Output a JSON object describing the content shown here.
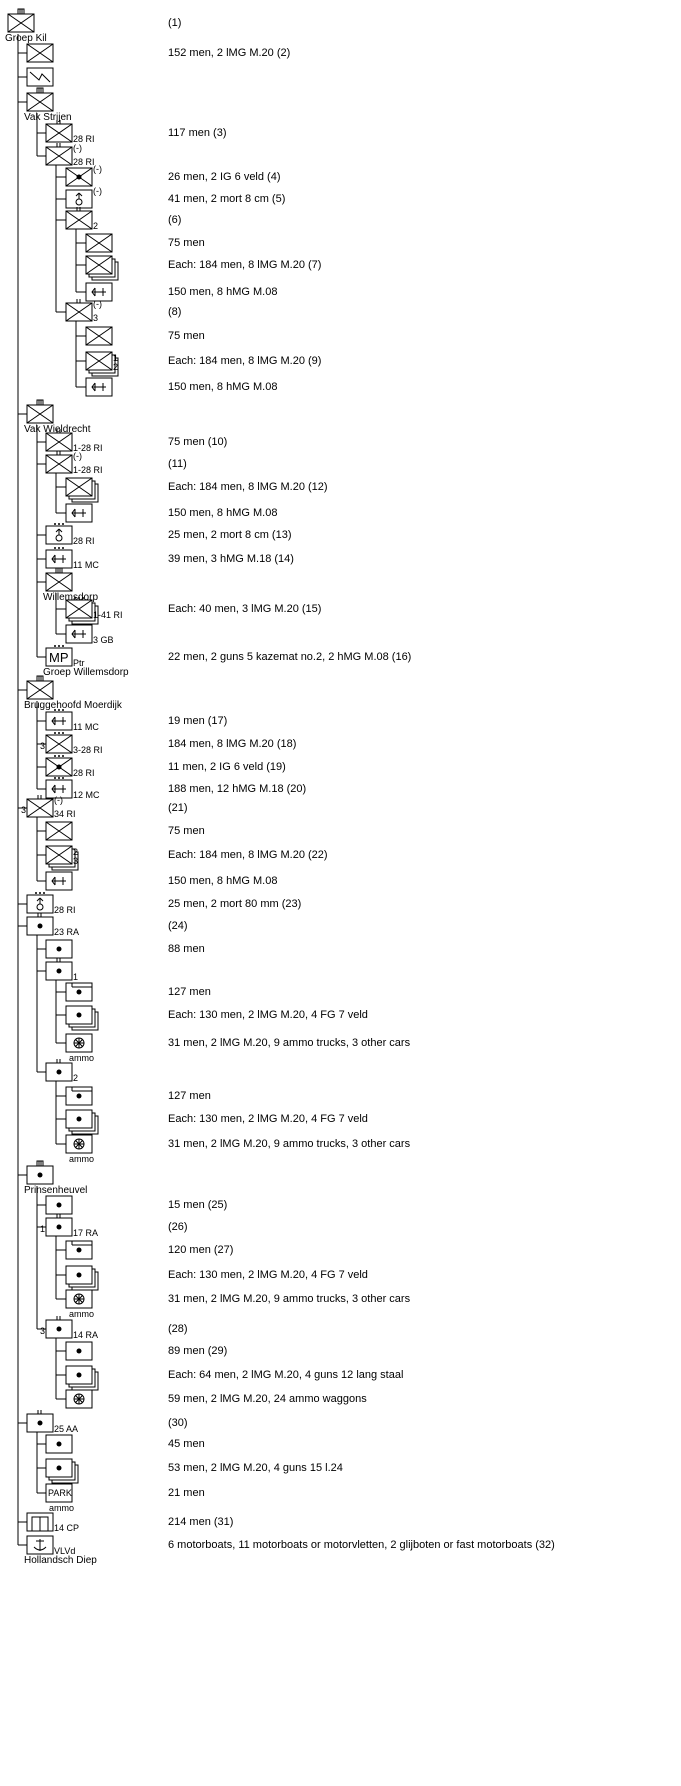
{
  "chart_data": {
    "type": "table",
    "units": [
      {
        "id": "u1",
        "level": 0,
        "sym": "inf",
        "echelon": "regiment",
        "label": "Groep Kil",
        "desc": "(1)"
      },
      {
        "id": "u2",
        "level": 1,
        "sym": "inf",
        "desc": "152 men, 2 lMG M.20   (2)"
      },
      {
        "id": "u3",
        "level": 1,
        "sym": "sig",
        "desc": ""
      },
      {
        "id": "u4",
        "level": 1,
        "sym": "inf",
        "echelon": "regiment",
        "label": "Vak Strijen",
        "desc": ""
      },
      {
        "id": "u5",
        "level": 2,
        "sym": "inf",
        "echelon": "battalion",
        "tag": "28 RI",
        "desc": "117 men   (3)"
      },
      {
        "id": "u6",
        "level": 2,
        "sym": "inf",
        "echelon": "battalion",
        "mod": "(-)",
        "tag": "28 RI",
        "desc": ""
      },
      {
        "id": "u7",
        "level": 3,
        "sym": "ig",
        "mod": "(-)",
        "desc": "26 men, 2 IG 6 veld   (4)"
      },
      {
        "id": "u8",
        "level": 3,
        "sym": "mort",
        "mod": "(-)",
        "desc": "41 men, 2 mort 8 cm   (5)"
      },
      {
        "id": "u9",
        "level": 3,
        "sym": "inf",
        "echelon": "battalion",
        "tag": "2",
        "desc": "(6)"
      },
      {
        "id": "u10",
        "level": 4,
        "sym": "inf",
        "desc": "75 men"
      },
      {
        "id": "u11",
        "level": 4,
        "sym": "inf",
        "stack": true,
        "desc": "Each: 184 men, 8 lMG M.20   (7)"
      },
      {
        "id": "u12",
        "level": 4,
        "sym": "mg",
        "desc": "150 men, 8 hMG M.08"
      },
      {
        "id": "u13",
        "level": 3,
        "sym": "inf",
        "echelon": "battalion",
        "mod": "(-)",
        "tag": "3",
        "desc": "(8)"
      },
      {
        "id": "u14",
        "level": 4,
        "sym": "inf",
        "desc": "75 men"
      },
      {
        "id": "u15",
        "level": 4,
        "sym": "inf",
        "stack": true,
        "tag": "1\n2",
        "desc": "Each: 184 men, 8 lMG M.20   (9)"
      },
      {
        "id": "u16",
        "level": 4,
        "sym": "mg",
        "desc": "150 men, 8 hMG M.08"
      },
      {
        "id": "u17",
        "level": 1,
        "sym": "inf",
        "echelon": "regiment",
        "label": "Vak Wieldrecht",
        "desc": ""
      },
      {
        "id": "u18",
        "level": 2,
        "sym": "inf",
        "echelon": "battalion",
        "tag": "1-28 RI",
        "desc": "75 men   (10)"
      },
      {
        "id": "u19",
        "level": 2,
        "sym": "inf",
        "echelon": "battalion",
        "mod": "(-)",
        "tag": "1-28 RI",
        "desc": "(11)"
      },
      {
        "id": "u20",
        "level": 3,
        "sym": "inf",
        "stack": true,
        "desc": "Each: 184 men, 8 lMG M.20   (12)"
      },
      {
        "id": "u21",
        "level": 3,
        "sym": "mg",
        "desc": "150 men, 8 hMG M.08"
      },
      {
        "id": "u22",
        "level": 2,
        "sym": "mort",
        "echelon": "company",
        "tag": "28 RI",
        "desc": "25 men, 2 mort 8 cm   (13)"
      },
      {
        "id": "u23",
        "level": 2,
        "sym": "mg",
        "echelon": "company",
        "tag": "11 MC",
        "desc": "39 men, 3 hMG M.18   (14)"
      },
      {
        "id": "u24",
        "level": 2,
        "sym": "inf",
        "echelon": "regiment",
        "label": "Willemsdorp",
        "desc": ""
      },
      {
        "id": "u25",
        "level": 3,
        "sym": "inf",
        "echelon": "company",
        "stack": true,
        "tag": "1-41 RI",
        "desc": "Each: 40 men, 3 lMG M.20   (15)"
      },
      {
        "id": "u26",
        "level": 3,
        "sym": "mg",
        "tag": "3 GB",
        "desc": ""
      },
      {
        "id": "u27",
        "level": 2,
        "sym": "mp",
        "echelon": "company",
        "tag": "Ptr",
        "label": "Groep Willemsdorp",
        "desc": "22 men, 2 guns 5 kazemat no.2, 2 hMG M.08   (16)"
      },
      {
        "id": "u28",
        "level": 1,
        "sym": "inf",
        "echelon": "regiment",
        "label": "Bruggehoofd Moerdijk",
        "desc": ""
      },
      {
        "id": "u29",
        "level": 2,
        "sym": "mg",
        "echelon": "company",
        "tag": "11 MC",
        "desc": "19 men   (17)"
      },
      {
        "id": "u30",
        "level": 2,
        "sym": "inf",
        "echelon": "company",
        "pre": "3",
        "tag": "3-28 RI",
        "desc": "184 men, 8 lMG M.20   (18)"
      },
      {
        "id": "u31",
        "level": 2,
        "sym": "ig",
        "echelon": "company",
        "tag": "28 RI",
        "desc": "11 men, 2 IG 6 veld   (19)"
      },
      {
        "id": "u32",
        "level": 2,
        "sym": "mg",
        "echelon": "company",
        "tag": "12 MC",
        "desc": "188 men, 12 hMG M.18   (20)"
      },
      {
        "id": "u33",
        "level": 1,
        "sym": "inf",
        "echelon": "battalion",
        "pre": "3",
        "mod": "(-)",
        "tag": "34 RI",
        "desc": "(21)"
      },
      {
        "id": "u34",
        "level": 2,
        "sym": "inf",
        "desc": "75 men"
      },
      {
        "id": "u35",
        "level": 2,
        "sym": "inf",
        "stack": true,
        "tag": "2\n3",
        "desc": "Each: 184 men, 8 lMG M.20   (22)"
      },
      {
        "id": "u36",
        "level": 2,
        "sym": "mg",
        "desc": "150 men, 8 hMG M.08"
      },
      {
        "id": "u37",
        "level": 1,
        "sym": "mort",
        "echelon": "company",
        "tag": "28 RI",
        "desc": "25 men, 2 mort 80 mm   (23)"
      },
      {
        "id": "u38",
        "level": 1,
        "sym": "art",
        "echelon": "battalion",
        "tag": "23 RA",
        "desc": "(24)"
      },
      {
        "id": "u39",
        "level": 2,
        "sym": "art",
        "desc": "88 men"
      },
      {
        "id": "u40",
        "level": 2,
        "sym": "art",
        "echelon": "battalion",
        "tag": "1",
        "desc": ""
      },
      {
        "id": "u41",
        "level": 3,
        "sym": "art",
        "flag": true,
        "desc": "127 men"
      },
      {
        "id": "u42",
        "level": 3,
        "sym": "art",
        "stack": true,
        "desc": "Each: 130 men, 2 lMG M.20, 4 FG 7 veld"
      },
      {
        "id": "u43",
        "level": 3,
        "sym": "ammo",
        "label": "ammo",
        "desc": "31 men, 2 lMG M.20, 9 ammo trucks, 3 other cars"
      },
      {
        "id": "u44",
        "level": 2,
        "sym": "art",
        "echelon": "battalion",
        "tag": "2",
        "desc": ""
      },
      {
        "id": "u45",
        "level": 3,
        "sym": "art",
        "flag": true,
        "desc": "127 men"
      },
      {
        "id": "u46",
        "level": 3,
        "sym": "art",
        "stack": true,
        "desc": "Each: 130 men, 2 lMG M.20, 4 FG 7 veld"
      },
      {
        "id": "u47",
        "level": 3,
        "sym": "ammo",
        "label": "ammo",
        "desc": "31 men, 2 lMG M.20, 9 ammo trucks, 3 other cars"
      },
      {
        "id": "u48",
        "level": 1,
        "sym": "art",
        "echelon": "regiment",
        "label": "Prinsenheuvel",
        "desc": ""
      },
      {
        "id": "u49",
        "level": 2,
        "sym": "art",
        "desc": "15 men   (25)"
      },
      {
        "id": "u50",
        "level": 2,
        "sym": "art",
        "echelon": "battalion",
        "pre": "1",
        "tag": "17 RA",
        "desc": "(26)"
      },
      {
        "id": "u51",
        "level": 3,
        "sym": "art",
        "flag": true,
        "desc": "120 men   (27)"
      },
      {
        "id": "u52",
        "level": 3,
        "sym": "art",
        "stack": true,
        "desc": "Each: 130 men, 2 lMG M.20, 4 FG 7 veld"
      },
      {
        "id": "u53",
        "level": 3,
        "sym": "ammo",
        "label": "ammo",
        "desc": "31 men, 2 lMG M.20, 9 ammo trucks, 3 other cars"
      },
      {
        "id": "u54",
        "level": 2,
        "sym": "art",
        "echelon": "battalion",
        "pre": "3",
        "tag": "14 RA",
        "desc": "(28)"
      },
      {
        "id": "u55",
        "level": 3,
        "sym": "art",
        "desc": "89 men   (29)"
      },
      {
        "id": "u56",
        "level": 3,
        "sym": "art",
        "stack": true,
        "desc": "Each: 64 men, 2 lMG M.20, 4 guns 12 lang staal"
      },
      {
        "id": "u57",
        "level": 3,
        "sym": "ammo",
        "desc": "59 men, 2 lMG M.20, 24 ammo waggons"
      },
      {
        "id": "u58",
        "level": 1,
        "sym": "art",
        "echelon": "battalion",
        "tag": "25 AA",
        "desc": "(30)"
      },
      {
        "id": "u59",
        "level": 2,
        "sym": "art",
        "desc": "45 men"
      },
      {
        "id": "u60",
        "level": 2,
        "sym": "art",
        "stack": true,
        "desc": "53 men, 2 lMG M.20, 4 guns 15 l.24"
      },
      {
        "id": "u61",
        "level": 2,
        "sym": "park",
        "label": "ammo",
        "desc": "21 men"
      },
      {
        "id": "u62",
        "level": 1,
        "sym": "cp",
        "tag": "14 CP",
        "desc": "214 men   (31)"
      },
      {
        "id": "u63",
        "level": 1,
        "sym": "navy",
        "tag": "VLVd",
        "label": "Hollandsch Diep",
        "desc": "6 motorboats, 11 motorboats or motorvletten, 2 glijboten or fast motorboats   (32)"
      }
    ]
  },
  "symbol_text": {
    "mp": "MP",
    "park": "PARK"
  },
  "colors": {
    "line": "#000000",
    "fill": "#ffffff",
    "text": "#000000"
  }
}
